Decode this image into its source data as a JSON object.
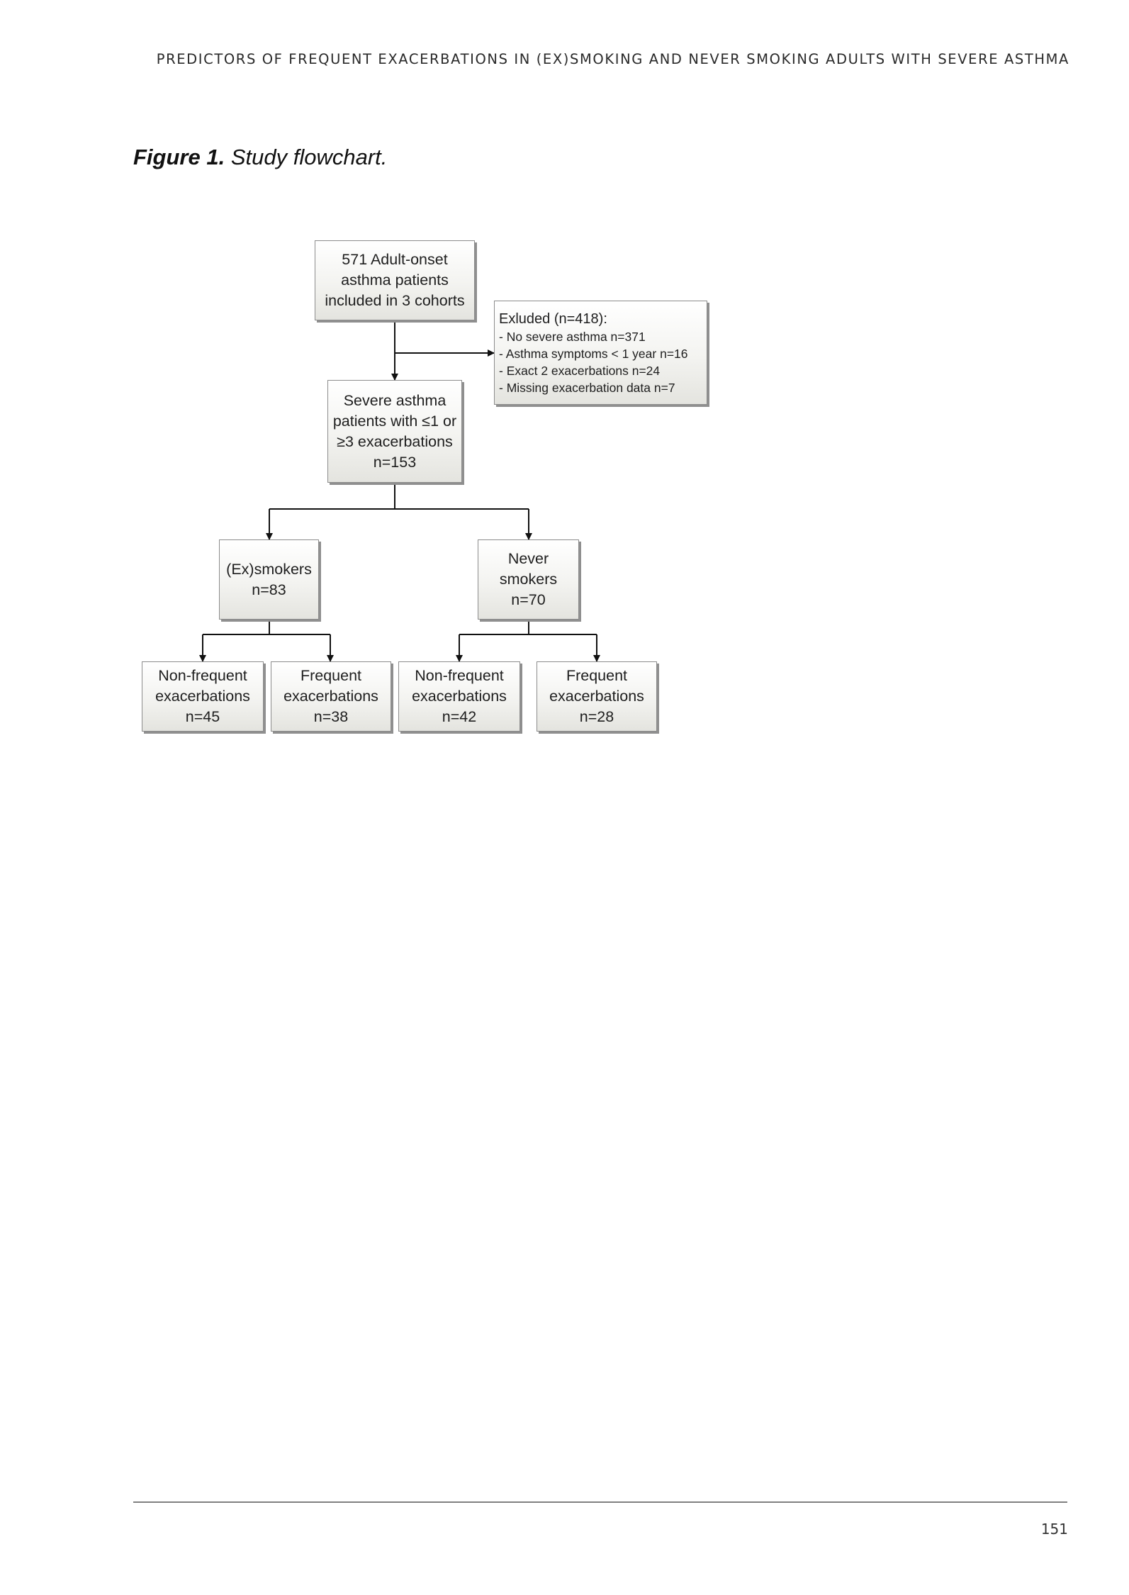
{
  "running_header": "PREDICTORS OF FREQUENT EXACERBATIONS IN (EX)SMOKING AND NEVER SMOKING ADULTS WITH SEVERE ASTHMA",
  "figure": {
    "label": "Figure 1.",
    "title": "Study flowchart."
  },
  "flowchart": {
    "start": {
      "lines": [
        "571 Adult-onset",
        "asthma patients",
        "included in 3 cohorts"
      ]
    },
    "excluded": {
      "title": "Exluded (n=418):",
      "items": [
        "- No severe asthma n=371",
        "- Asthma symptoms < 1 year n=16",
        "- Exact 2 exacerbations n=24",
        "- Missing exacerbation data n=7"
      ]
    },
    "severe": {
      "lines": [
        "Severe asthma",
        "patients with ≤1 or",
        "≥3 exacerbations",
        "n=153"
      ]
    },
    "ex_smokers": {
      "lines": [
        "(Ex)smokers",
        "n=83"
      ]
    },
    "never_smokers": {
      "lines": [
        "Never",
        "smokers",
        "n=70"
      ]
    },
    "ex_nonfrequent": {
      "lines": [
        "Non-frequent",
        "exacerbations",
        "n=45"
      ]
    },
    "ex_frequent": {
      "lines": [
        "Frequent",
        "exacerbations",
        "n=38"
      ]
    },
    "never_nonfrequent": {
      "lines": [
        "Non-frequent",
        "exacerbations",
        "n=42"
      ]
    },
    "never_frequent": {
      "lines": [
        "Frequent",
        "exacerbations",
        "n=28"
      ]
    }
  },
  "page_number": "151"
}
